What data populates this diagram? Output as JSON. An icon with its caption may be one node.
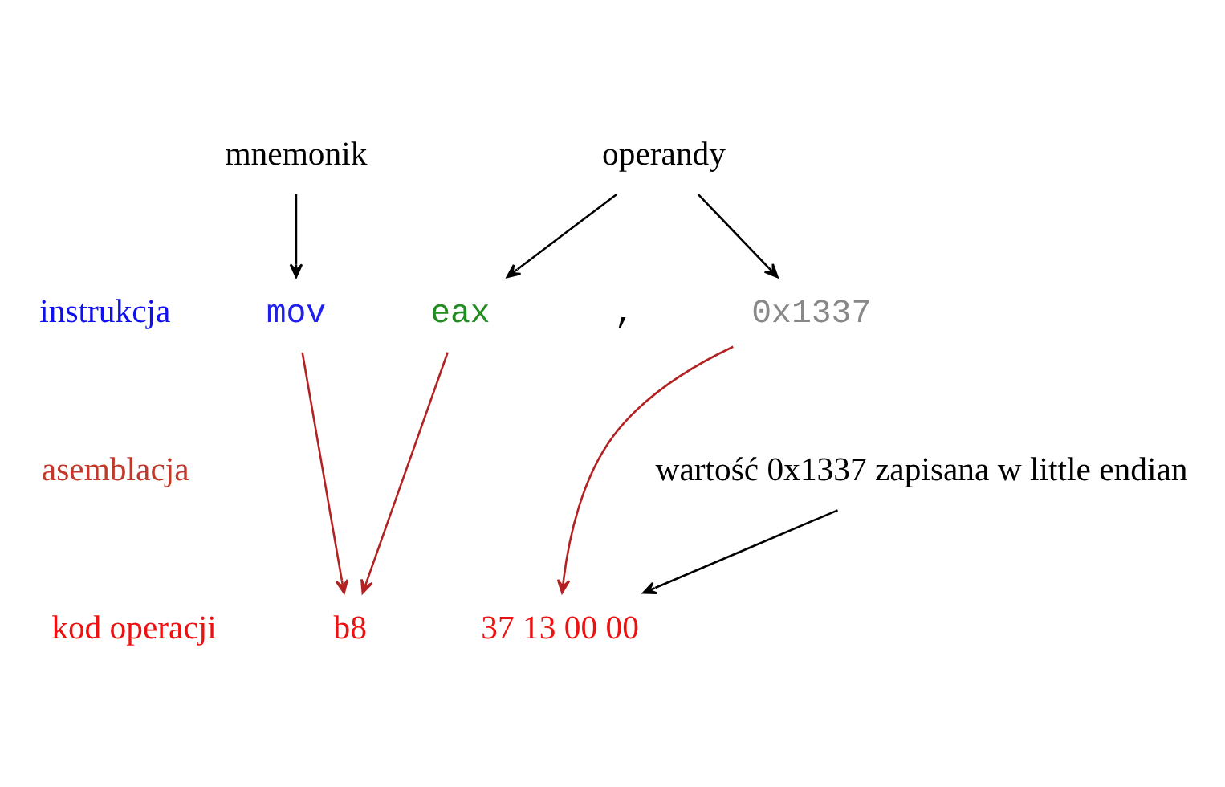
{
  "diagram": {
    "nodes": [
      {
        "text": [
          "mnemonik"
        ]
      },
      {
        "text": [
          "operandy"
        ]
      },
      {
        "text": [
          "mov"
        ]
      },
      {
        "text": [
          "eax"
        ]
      },
      {
        "text": [
          "0x1337"
        ]
      },
      {
        "text": [
          "b8"
        ]
      },
      {
        "text": [
          "37 13 00 00"
        ]
      },
      {
        "text": [
          "wartość 0x1337 zapisana w little endian"
        ]
      }
    ],
    "edges": [
      {
        "from": 0,
        "to": 2,
        "arrow": "to"
      },
      {
        "from": 1,
        "to": 3,
        "arrow": "to"
      },
      {
        "from": 1,
        "to": 4,
        "arrow": "to"
      },
      {
        "from": 2,
        "to": 5,
        "arrow": "to",
        "color": "#b22222"
      },
      {
        "from": 3,
        "to": 5,
        "arrow": "to",
        "color": "#b22222"
      },
      {
        "from": 4,
        "to": 6,
        "arrow": "to",
        "color": "#b22222"
      },
      {
        "from": 7,
        "to": 6,
        "arrow": "to"
      }
    ],
    "labels": [
      "instrukcja",
      ",",
      "asemblacja",
      "kod operacji"
    ]
  }
}
